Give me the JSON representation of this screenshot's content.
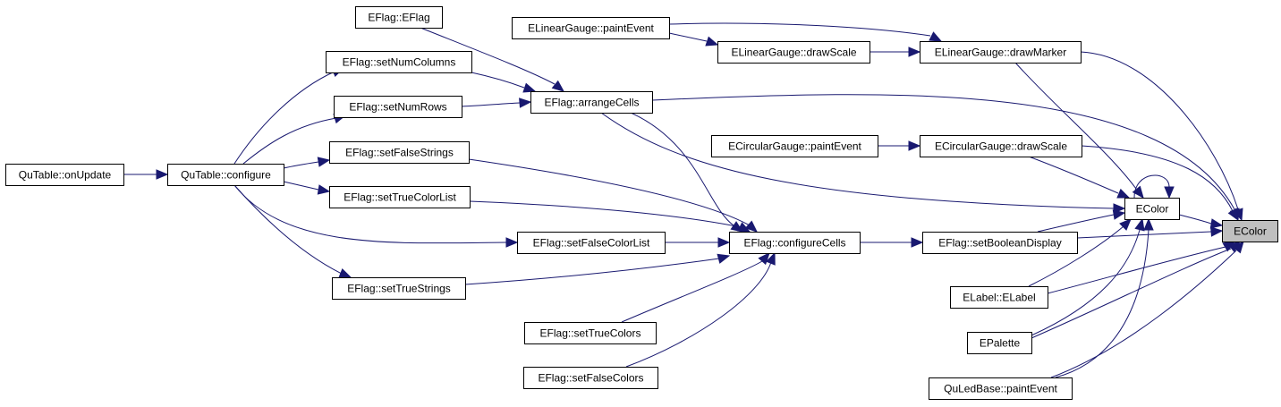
{
  "diagram": {
    "type": "call-graph",
    "edge_color": "#191970",
    "nodes": [
      {
        "id": "ecolor_target",
        "label": "EColor",
        "highlight": true
      },
      {
        "id": "ecolor",
        "label": "EColor"
      },
      {
        "id": "elg_paint",
        "label": "ELinearGauge::paintEvent"
      },
      {
        "id": "elg_scale",
        "label": "ELinearGauge::drawScale"
      },
      {
        "id": "elg_marker",
        "label": "ELinearGauge::drawMarker"
      },
      {
        "id": "ecg_paint",
        "label": "ECircularGauge::paintEvent"
      },
      {
        "id": "ecg_scale",
        "label": "ECircularGauge::drawScale"
      },
      {
        "id": "ef_eflag",
        "label": "EFlag::EFlag"
      },
      {
        "id": "ef_numcols",
        "label": "EFlag::setNumColumns"
      },
      {
        "id": "ef_numrows",
        "label": "EFlag::setNumRows"
      },
      {
        "id": "ef_arrange",
        "label": "EFlag::arrangeCells"
      },
      {
        "id": "ef_falsestr",
        "label": "EFlag::setFalseStrings"
      },
      {
        "id": "ef_truecl",
        "label": "EFlag::setTrueColorList"
      },
      {
        "id": "ef_falsecl",
        "label": "EFlag::setFalseColorList"
      },
      {
        "id": "ef_truestr",
        "label": "EFlag::setTrueStrings"
      },
      {
        "id": "ef_truecol",
        "label": "EFlag::setTrueColors"
      },
      {
        "id": "ef_falsecol",
        "label": "EFlag::setFalseColors"
      },
      {
        "id": "ef_configure",
        "label": "EFlag::configureCells"
      },
      {
        "id": "ef_booldisp",
        "label": "EFlag::setBooleanDisplay"
      },
      {
        "id": "qt_update",
        "label": "QuTable::onUpdate"
      },
      {
        "id": "qt_config",
        "label": "QuTable::configure"
      },
      {
        "id": "elabel",
        "label": "ELabel::ELabel"
      },
      {
        "id": "epalette",
        "label": "EPalette"
      },
      {
        "id": "quled",
        "label": "QuLedBase::paintEvent"
      }
    ],
    "edges": [
      {
        "from": "elg_paint",
        "to": "elg_scale"
      },
      {
        "from": "elg_paint",
        "to": "elg_marker"
      },
      {
        "from": "elg_scale",
        "to": "elg_marker"
      },
      {
        "from": "elg_marker",
        "to": "ecolor_target"
      },
      {
        "from": "elg_marker",
        "to": "ecolor"
      },
      {
        "from": "ef_eflag",
        "to": "ef_arrange"
      },
      {
        "from": "ef_numcols",
        "to": "ef_arrange"
      },
      {
        "from": "ef_numrows",
        "to": "ef_arrange"
      },
      {
        "from": "ef_arrange",
        "to": "ecolor_target"
      },
      {
        "from": "ef_arrange",
        "to": "ecolor"
      },
      {
        "from": "ef_arrange",
        "to": "ef_configure"
      },
      {
        "from": "ecg_paint",
        "to": "ecg_scale"
      },
      {
        "from": "ecg_scale",
        "to": "ecolor_target"
      },
      {
        "from": "ecg_scale",
        "to": "ecolor"
      },
      {
        "from": "ecolor",
        "to": "ecolor"
      },
      {
        "from": "ecolor",
        "to": "ecolor_target"
      },
      {
        "from": "qt_update",
        "to": "qt_config"
      },
      {
        "from": "qt_config",
        "to": "ef_numcols"
      },
      {
        "from": "qt_config",
        "to": "ef_numrows"
      },
      {
        "from": "qt_config",
        "to": "ef_falsestr"
      },
      {
        "from": "qt_config",
        "to": "ef_truecl"
      },
      {
        "from": "qt_config",
        "to": "ef_falsecl"
      },
      {
        "from": "qt_config",
        "to": "ef_truestr"
      },
      {
        "from": "ef_falsestr",
        "to": "ef_configure"
      },
      {
        "from": "ef_truecl",
        "to": "ef_configure"
      },
      {
        "from": "ef_falsecl",
        "to": "ef_configure"
      },
      {
        "from": "ef_truestr",
        "to": "ef_configure"
      },
      {
        "from": "ef_truecol",
        "to": "ef_configure"
      },
      {
        "from": "ef_falsecol",
        "to": "ef_configure"
      },
      {
        "from": "ef_configure",
        "to": "ef_booldisp"
      },
      {
        "from": "ef_booldisp",
        "to": "ecolor_target"
      },
      {
        "from": "ef_booldisp",
        "to": "ecolor"
      },
      {
        "from": "elabel",
        "to": "ecolor_target"
      },
      {
        "from": "elabel",
        "to": "ecolor"
      },
      {
        "from": "epalette",
        "to": "ecolor_target"
      },
      {
        "from": "epalette",
        "to": "ecolor"
      },
      {
        "from": "quled",
        "to": "ecolor_target"
      },
      {
        "from": "quled",
        "to": "ecolor"
      }
    ]
  }
}
